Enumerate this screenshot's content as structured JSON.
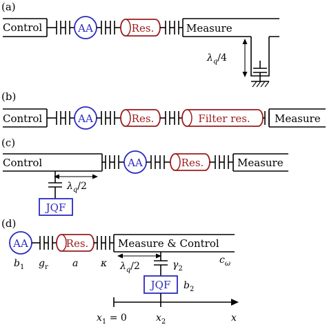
{
  "colors": {
    "blue": "#2a2ac0",
    "red": "#9b1b1b",
    "black": "#000000"
  },
  "panels": {
    "a": {
      "label": "(a)",
      "control": "Control",
      "aa": "AA",
      "res": "Res.",
      "measure": "Measure",
      "lambda": "λ",
      "lambda_sub": "q",
      "lambda_tail": "/4"
    },
    "b": {
      "label": "(b)",
      "control": "Control",
      "aa": "AA",
      "res": "Res.",
      "filter": "Filter res.",
      "measure": "Measure"
    },
    "c": {
      "label": "(c)",
      "control": "Control",
      "aa": "AA",
      "res": "Res.",
      "measure": "Measure",
      "lambda": "λ",
      "lambda_sub": "q",
      "lambda_tail": "/2",
      "jqf": "JQF"
    },
    "d": {
      "label": "(d)",
      "aa": "AA",
      "res": "Res.",
      "measure_control": "Measure & Control",
      "lambda": "λ",
      "lambda_sub": "q",
      "lambda_tail": "/2",
      "jqf": "JQF",
      "b1": "b",
      "b1_sub": "1",
      "gr": "g",
      "gr_sub": "r",
      "a": "a",
      "kappa": "κ",
      "c": "c",
      "c_sub": "ω",
      "gamma2": "γ",
      "gamma2_sub": "2",
      "b2": "b",
      "b2_sub": "2",
      "x1": "x",
      "x1_sub": "1",
      "x1_tail": " = 0",
      "x2": "x",
      "x2_sub": "2",
      "x": "x"
    }
  }
}
